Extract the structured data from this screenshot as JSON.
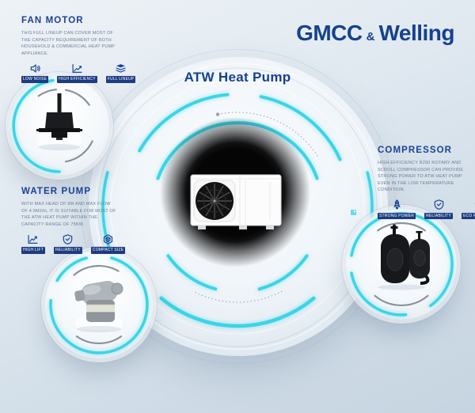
{
  "brand": {
    "name_left": "GMCC",
    "ampersand": "&",
    "name_right": "Welling"
  },
  "hero": {
    "title": "ATW Heat Pump",
    "product": "ATW heat pump monoblock unit"
  },
  "sections": {
    "fan_motor": {
      "title": "FAN MOTOR",
      "description": "THIS FULL LINEUP CAN COVER MOST OF THE CAPACITY REQUIREMENT OF BOTH HOUSEHOLD & COMMERCIAL HEAT PUMP APPLIANCE.",
      "features": [
        {
          "icon": "speaker-icon",
          "label": "LOW NOISE"
        },
        {
          "icon": "efficiency-curve-icon",
          "label": "HIGH EFFICIENCY"
        },
        {
          "icon": "layers-icon",
          "label": "FULL LINEUP"
        }
      ]
    },
    "water_pump": {
      "title": "WATER PUMP",
      "description": "WITH MAX HEAD OF 8M AND MAX FLOW OF 4.5M3/H, IT IS SUITABLE FOR MOST OF THE ATW HEAT PUMP WITHIN THE CAPACITY RANGE OF 75KW.",
      "features": [
        {
          "icon": "growth-chart-icon",
          "label": "HIGH LIFT"
        },
        {
          "icon": "shield-check-icon",
          "label": "RELIABILITY"
        },
        {
          "icon": "compact-cube-icon",
          "label": "COMPACT SIZE"
        }
      ]
    },
    "compressor": {
      "title": "COMPRESSOR",
      "description": "HIGH EFFICIENCY R290 ROTARY AND SCROLL COMPRESSOR CAN PROVIDE STRONG POWER TO ATW HEAT PUMP EVEN IN THE LOW TEMPERATURE CONDITION.",
      "features": [
        {
          "icon": "rocket-icon",
          "label": "STRONG POWER"
        },
        {
          "icon": "shield-check-icon",
          "label": "RELIABILITY"
        },
        {
          "icon": "recycle-icon",
          "label": "ECO FRIENDLY"
        }
      ]
    }
  },
  "colors": {
    "accent_cyan": "#3ad5e6",
    "brand_navy": "#16418e",
    "badge_navy": "#1d3c80",
    "center_black": "#060606"
  }
}
